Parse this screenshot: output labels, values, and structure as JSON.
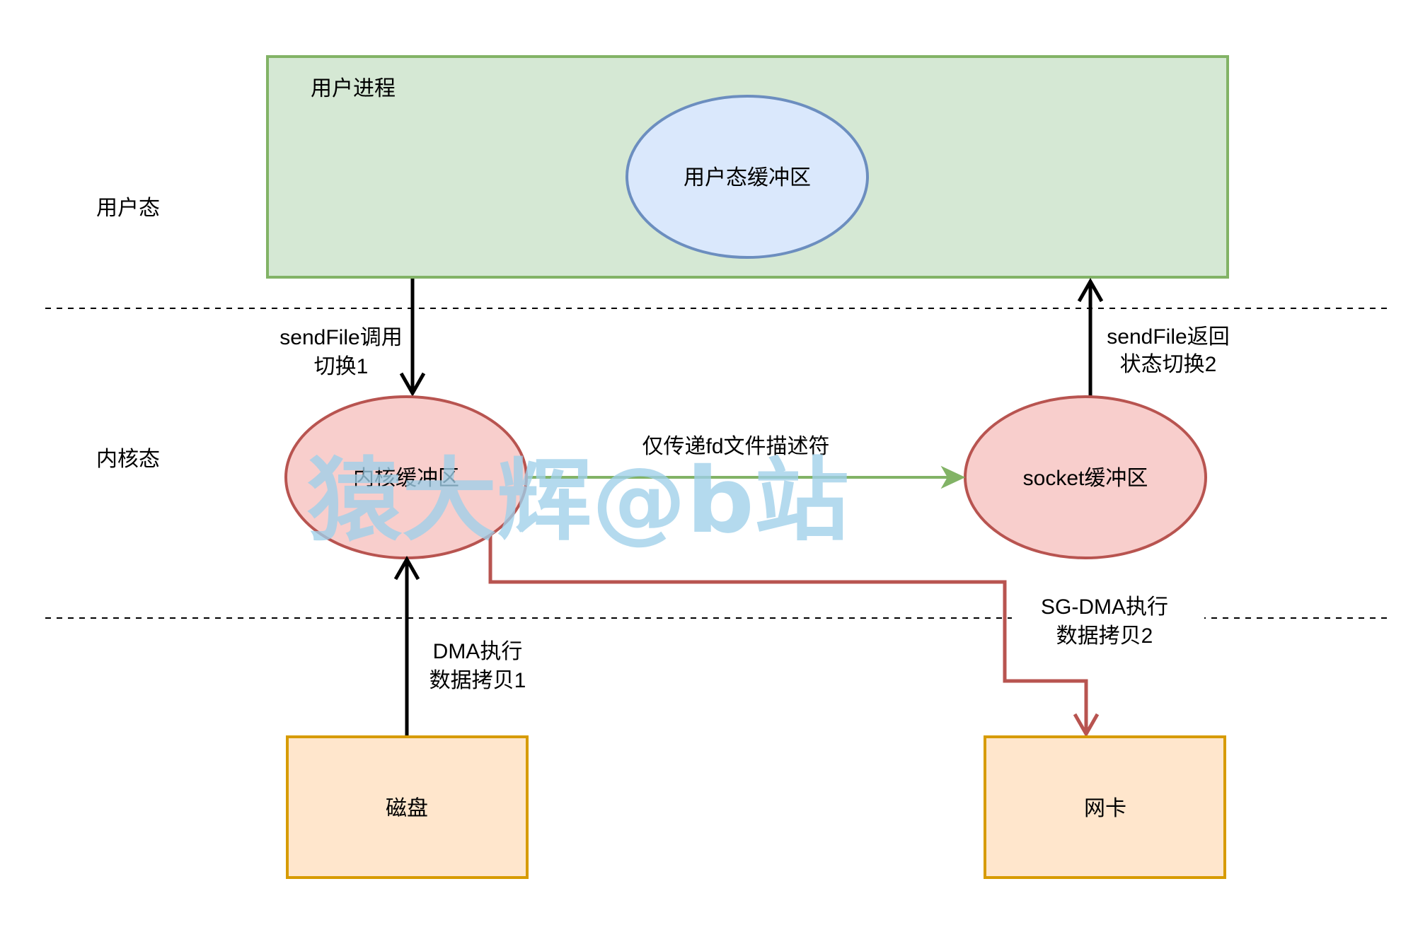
{
  "layers": {
    "user_mode": "用户态",
    "kernel_mode": "内核态"
  },
  "user_process": {
    "title": "用户进程",
    "buffer": "用户态缓冲区"
  },
  "kernel": {
    "kernel_buffer": "内核缓冲区",
    "socket_buffer": "socket缓冲区"
  },
  "devices": {
    "disk": "磁盘",
    "nic": "网卡"
  },
  "edges": {
    "sendfile_call": [
      "sendFile调用",
      "切换1"
    ],
    "sendfile_return": [
      "sendFile返回",
      "状态切换2"
    ],
    "fd_pass": "仅传递fd文件描述符",
    "dma_copy": [
      "DMA执行",
      "数据拷贝1"
    ],
    "sg_dma_copy": [
      "SG-DMA执行",
      "数据拷贝2"
    ]
  },
  "watermark": "猿大辉@b站",
  "colors": {
    "process_fill": "#d5e8d4",
    "process_stroke": "#82b366",
    "user_buffer_fill": "#dae8fc",
    "user_buffer_stroke": "#6c8ebf",
    "kernel_fill": "#f8cecc",
    "kernel_stroke": "#b85450",
    "device_fill": "#ffe6cc",
    "device_stroke": "#d79b00",
    "fd_arrow": "#82b366",
    "sg_dma_arrow": "#b85450",
    "watermark": "#9fd0ea"
  }
}
